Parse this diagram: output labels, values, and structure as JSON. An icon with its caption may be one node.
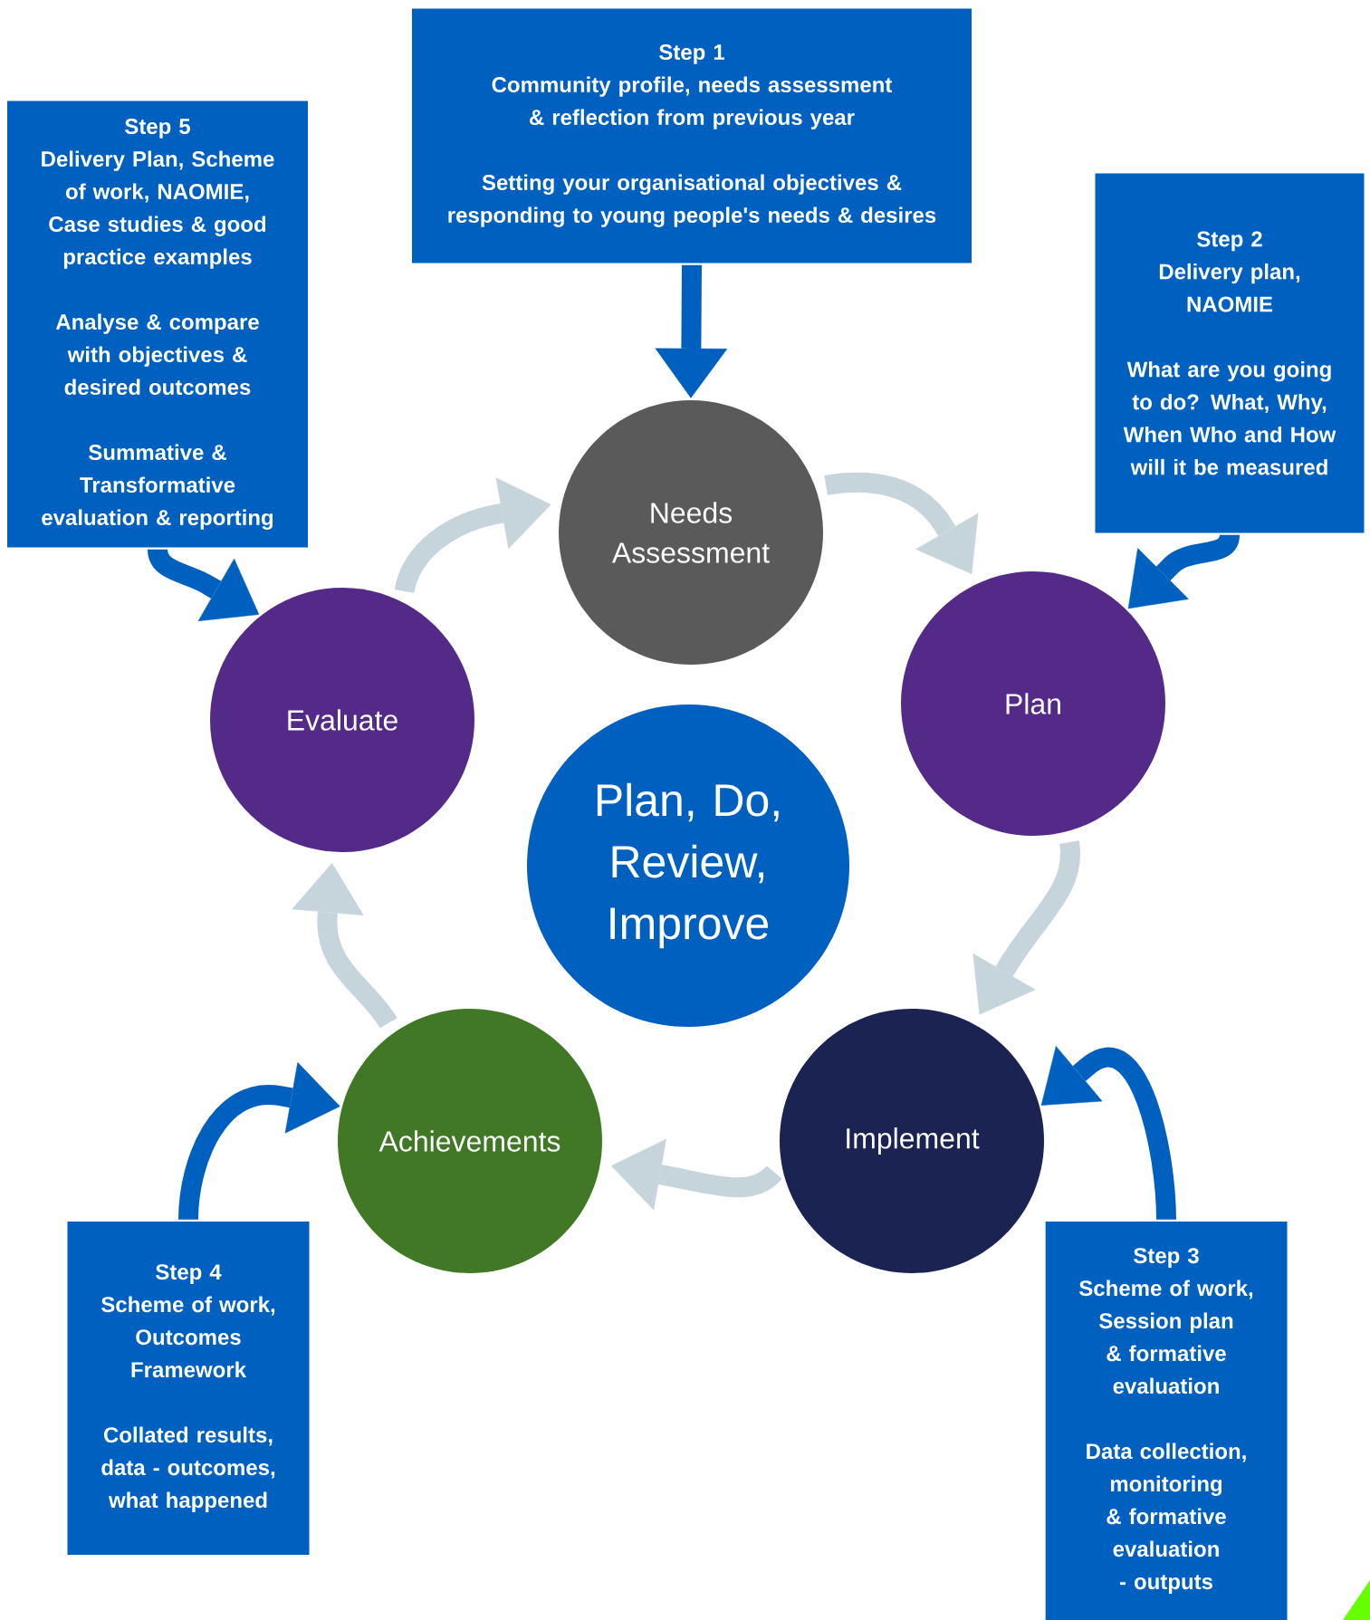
{
  "diagram": {
    "nodes": [
      {
        "text": [
          "Step 1",
          "Community profile, needs assessment & reflection from previous year",
          "Setting your organisational objectives & responding to young people's needs & desires"
        ]
      },
      {
        "text": [
          "Step 5",
          "Delivery Plan, Scheme of work, NAOMIE, Case studies & good practice examples",
          "Analyse & compare with objectives & desired outcomes",
          "Summative & Transformative evaluation & reporting"
        ]
      },
      {
        "text": [
          "Step 2",
          "Delivery plan, NAOMIE",
          "What are you going to do? What, Why, When Who and How will it be measured"
        ]
      },
      {
        "text": [
          "Needs Assessment"
        ]
      },
      {
        "text": [
          "Evaluate"
        ]
      },
      {
        "text": [
          "Plan"
        ]
      },
      {
        "text": [
          "Plan, Do, Review, Improve"
        ]
      },
      {
        "text": [
          "Achievements"
        ]
      },
      {
        "text": [
          "Implement"
        ]
      },
      {
        "text": [
          "Step 4",
          "Scheme of work, Outcomes Framework",
          "Collated results, data - outcomes, what happened"
        ]
      },
      {
        "text": [
          "Step 3",
          "Scheme of work, Session plan & formative evaluation",
          "Data collection, monitoring & formative evaluation - outputs"
        ]
      }
    ],
    "edges": [
      {
        "from": 0,
        "to": 3,
        "arrow": "to"
      },
      {
        "from": 2,
        "to": 5,
        "arrow": "to"
      },
      {
        "from": 10,
        "to": 8,
        "arrow": "to"
      },
      {
        "from": 9,
        "to": 7,
        "arrow": "to"
      },
      {
        "from": 1,
        "to": 4,
        "arrow": "to"
      },
      {
        "from": 3,
        "to": 5,
        "arrow": "to",
        "color": "#c6d4dc"
      },
      {
        "from": 5,
        "to": 8,
        "arrow": "to",
        "color": "#c6d4dc"
      },
      {
        "from": 8,
        "to": 7,
        "arrow": "to",
        "color": "#c6d4dc"
      },
      {
        "from": 7,
        "to": 4,
        "arrow": "to",
        "color": "#c6d4dc"
      },
      {
        "from": 4,
        "to": 3,
        "arrow": "to",
        "color": "#c6d4dc"
      }
    ]
  }
}
